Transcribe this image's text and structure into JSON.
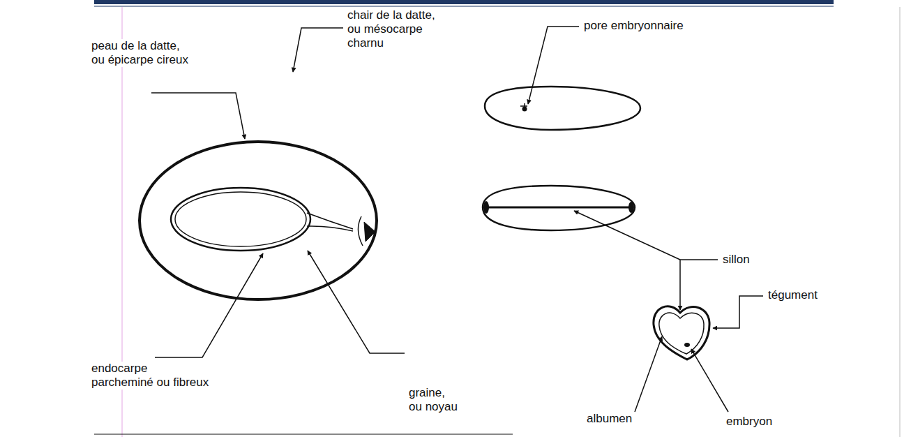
{
  "diagram": {
    "labels": [
      "peau de la datte, ou épicarpe cireux",
      "chair de la datte, ou mésocarpe charnu",
      "pore embryonnaire",
      "sillon",
      "tégument",
      "endocarpe parcheminé ou fibreux",
      "graine, ou noyau",
      "albumen",
      "embryon"
    ]
  }
}
